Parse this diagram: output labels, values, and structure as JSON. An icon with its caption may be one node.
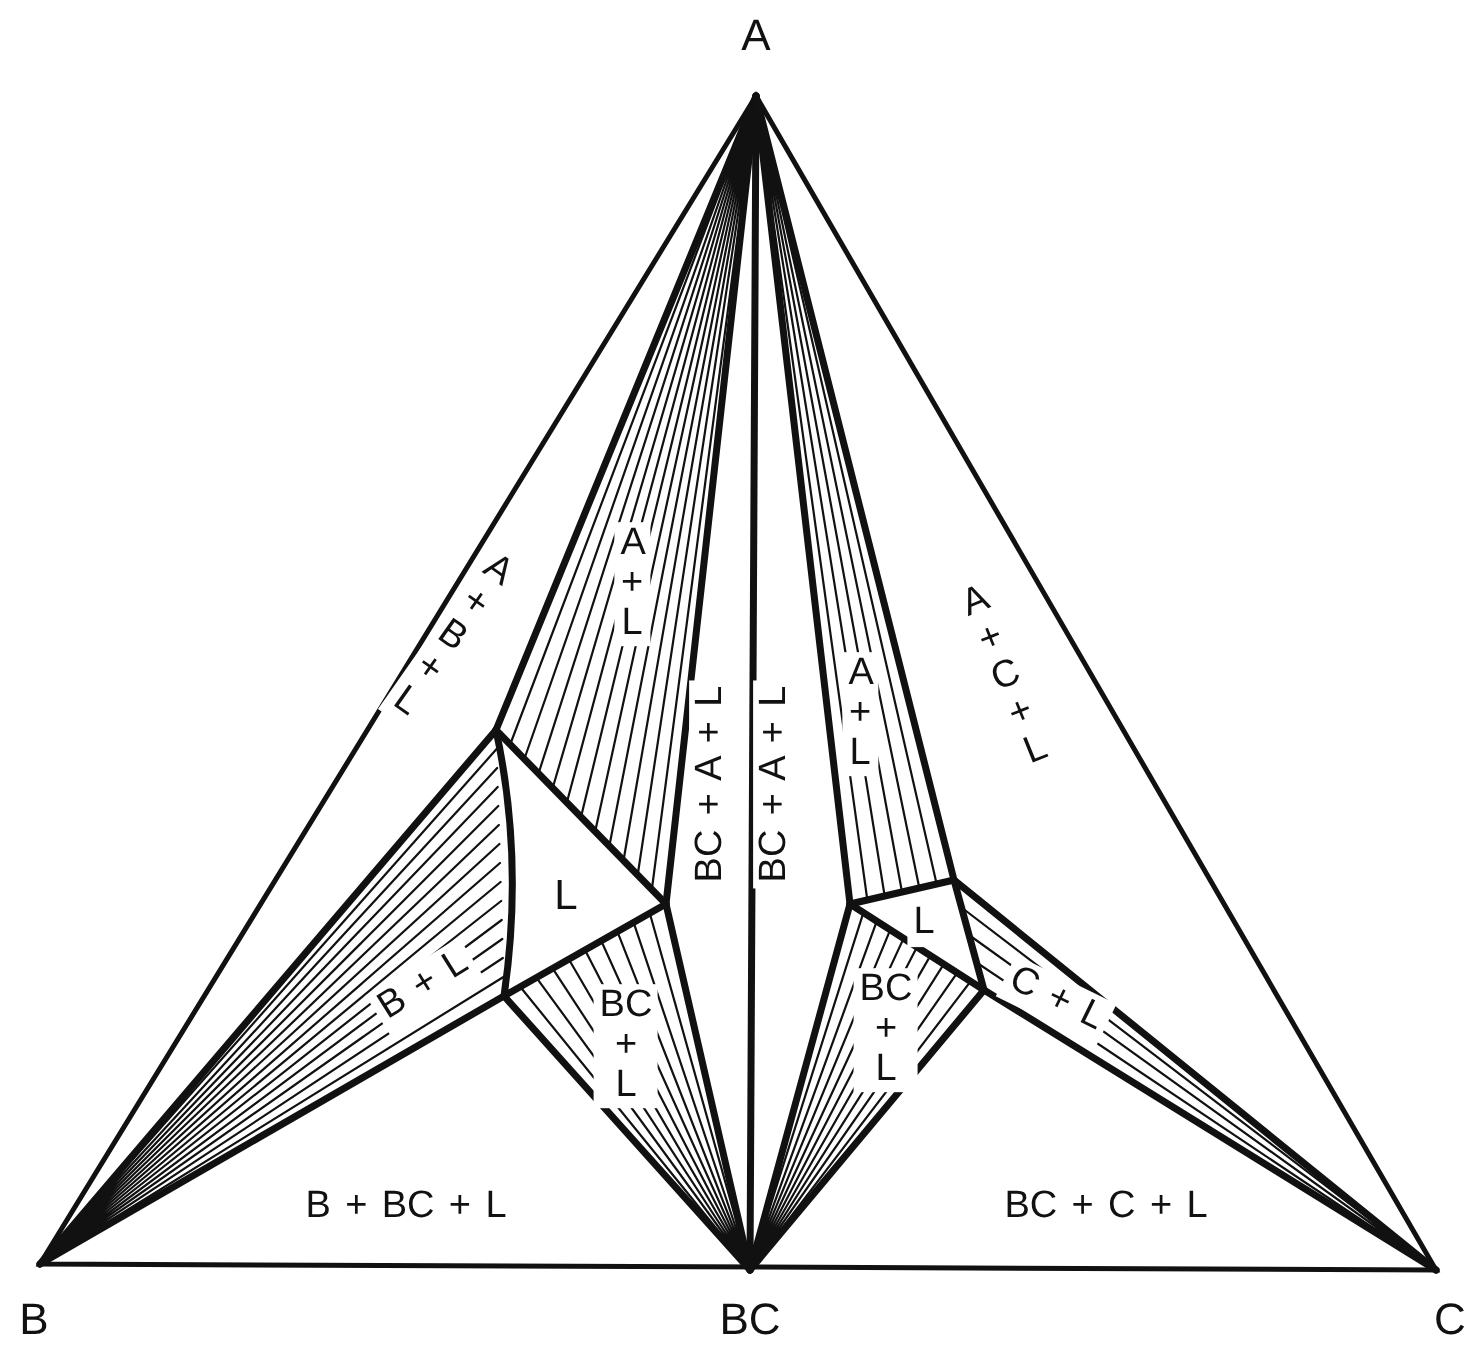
{
  "diagram": {
    "labels": [
      "A",
      "A + B + L",
      "A + L",
      "A + L",
      "A + C + L",
      "BC + A + L",
      "BC + A + L",
      "L",
      "L",
      "B + L",
      "BC + L",
      "BC + L",
      "C + L",
      "B + BC + L",
      "BC + C + L",
      "B",
      "BC",
      "C"
    ]
  }
}
